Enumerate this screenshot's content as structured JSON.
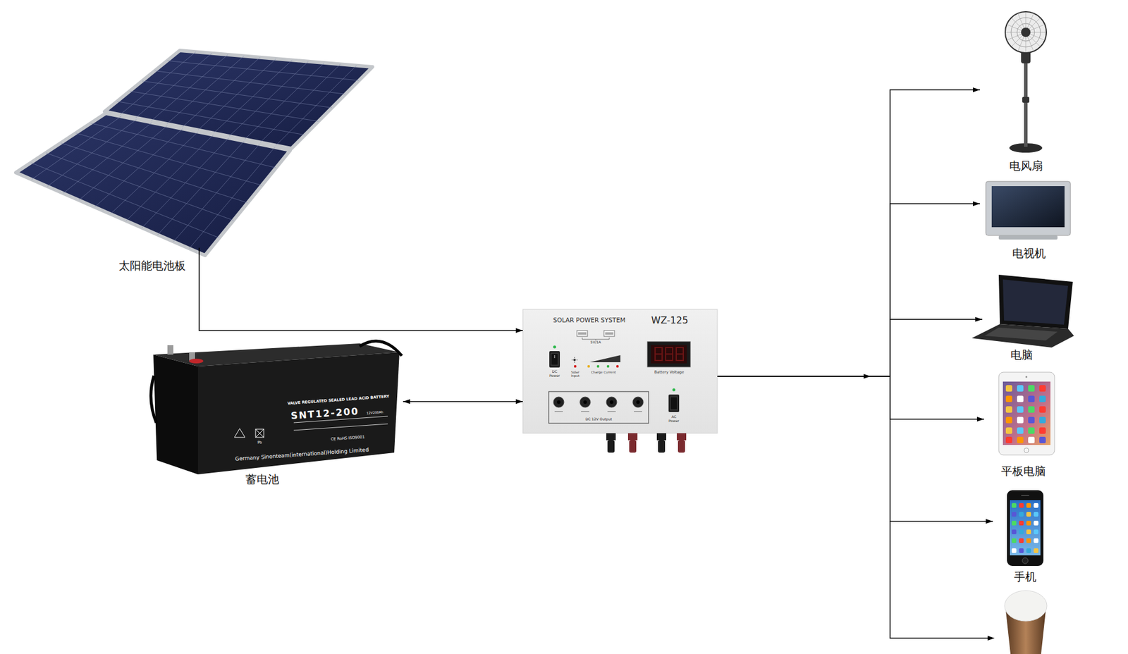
{
  "diagram": {
    "nodes": [
      {
        "text": [
          "太阳能电池板"
        ]
      },
      {
        "text": [
          "蓄电池"
        ]
      },
      {
        "text": [
          "SOLAR POWER SYSTEM",
          "WZ-125",
          "5V/1A",
          "DC Power",
          "Solar Input",
          "Charge Current",
          "Battery Voltage",
          "DC 12V Output",
          "AC Power"
        ]
      },
      {
        "text": [
          "电风扇"
        ]
      },
      {
        "text": [
          "电视机"
        ]
      },
      {
        "text": [
          "电脑"
        ]
      },
      {
        "text": [
          "平板电脑"
        ]
      },
      {
        "text": [
          "手机"
        ]
      }
    ],
    "edges": [
      {
        "from": 0,
        "to": 2,
        "arrow": "to"
      },
      {
        "from": 1,
        "to": 2,
        "arrow": "both"
      },
      {
        "from": 2,
        "to": 3,
        "arrow": "to"
      },
      {
        "from": 2,
        "to": 4,
        "arrow": "to"
      },
      {
        "from": 2,
        "to": 5,
        "arrow": "to"
      },
      {
        "from": 2,
        "to": 6,
        "arrow": "to"
      },
      {
        "from": 2,
        "to": 7,
        "arrow": "to"
      }
    ],
    "labels": [
      "VALVE REGULATED SEALED LEAD ACID BATTERY",
      "SNT12-200",
      "12V200Ah",
      "CE RoHS ISO9001",
      "Germany Sinonteam(international)Holding Limited",
      "Pb"
    ]
  }
}
